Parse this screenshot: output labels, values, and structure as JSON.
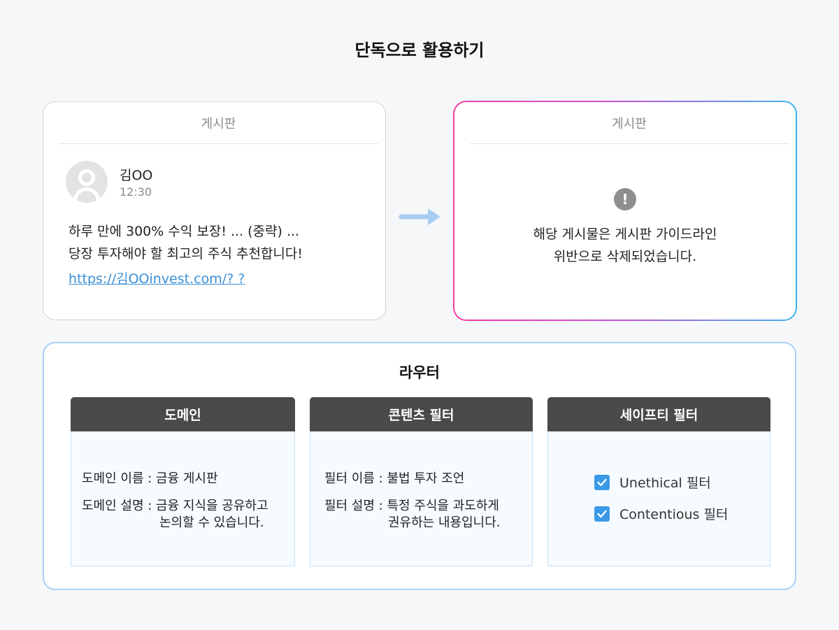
{
  "title": "단독으로 활용하기",
  "left_board": {
    "header": "게시판",
    "author": "김OO",
    "time": "12:30",
    "line1": "하루 만에 300% 수익 보장! ... (중략) ...",
    "line2": "당장 투자해야 할 최고의 주식 추천합니다!",
    "link": "https://김OOinvest.com/? ?"
  },
  "right_board": {
    "header": "게시판",
    "line1": "해당 게시물은 게시판 가이드라인",
    "line2": "위반으로 삭제되었습니다."
  },
  "router": {
    "title": "라우터",
    "domain": {
      "header": "도메인",
      "name_label": "도메인 이름 : 금융 게시판",
      "desc_line1": "도메인 설명 : 금융 지식을 공유하고",
      "desc_line2": "논의할 수 있습니다."
    },
    "content_filter": {
      "header": "콘텐츠 필터",
      "name_label": "필터 이름 : 불법 투자 조언",
      "desc_line1": "필터 설명 : 특정 주식을 과도하게",
      "desc_line2": "권유하는 내용입니다."
    },
    "safety_filter": {
      "header": "세이프티 필터",
      "items": [
        "Unethical 필터",
        "Contentious 필터"
      ]
    }
  },
  "colors": {
    "accent_blue": "#3b9ae8",
    "gradient_start": "#f13fa0",
    "gradient_end": "#3fb2f3",
    "panel_header": "#4a4a4d"
  }
}
